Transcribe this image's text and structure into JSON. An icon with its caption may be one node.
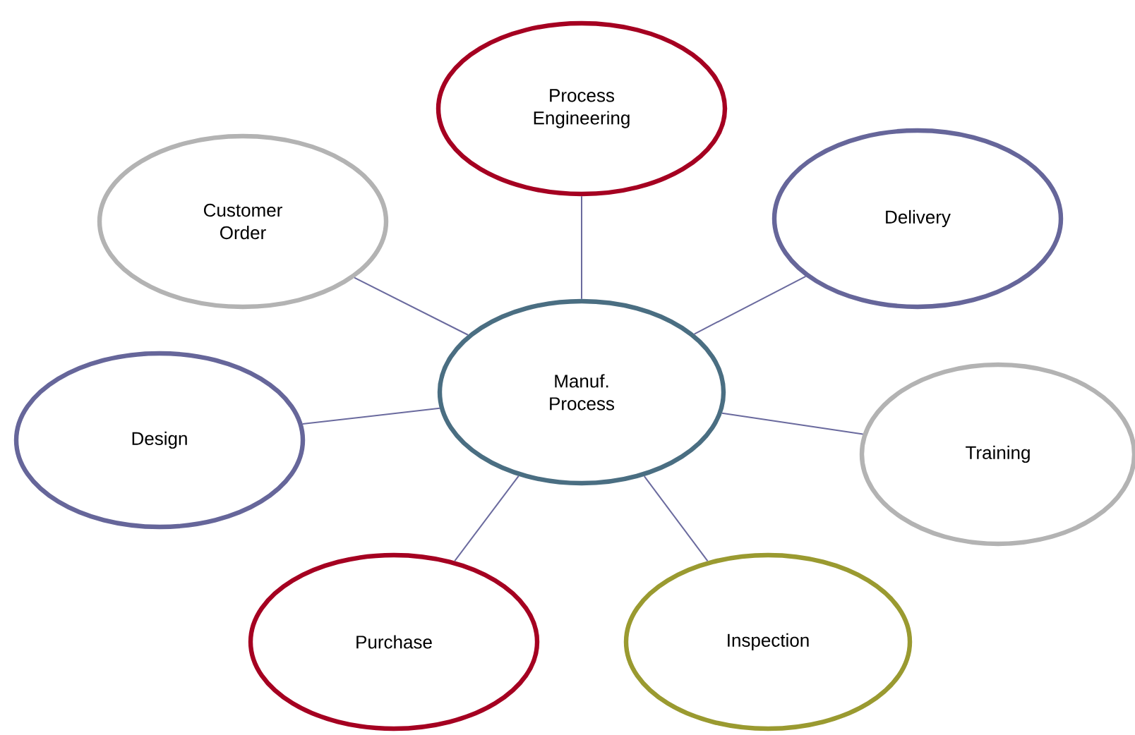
{
  "diagram": {
    "nodes": [
      {
        "text": [
          "Process Engineering"
        ]
      },
      {
        "text": [
          "Customer Order"
        ]
      },
      {
        "text": [
          "Delivery"
        ]
      },
      {
        "text": [
          "Manuf. Process"
        ]
      },
      {
        "text": [
          "Design"
        ]
      },
      {
        "text": [
          "Training"
        ]
      },
      {
        "text": [
          "Purchase"
        ]
      },
      {
        "text": [
          "Inspection"
        ]
      }
    ],
    "edges": [
      {
        "from": 3,
        "to": 0,
        "arrow": "none"
      },
      {
        "from": 3,
        "to": 1,
        "arrow": "none"
      },
      {
        "from": 3,
        "to": 2,
        "arrow": "none"
      },
      {
        "from": 3,
        "to": 4,
        "arrow": "none"
      },
      {
        "from": 3,
        "to": 5,
        "arrow": "none"
      },
      {
        "from": 3,
        "to": 6,
        "arrow": "none"
      },
      {
        "from": 3,
        "to": 7,
        "arrow": "none"
      }
    ]
  }
}
